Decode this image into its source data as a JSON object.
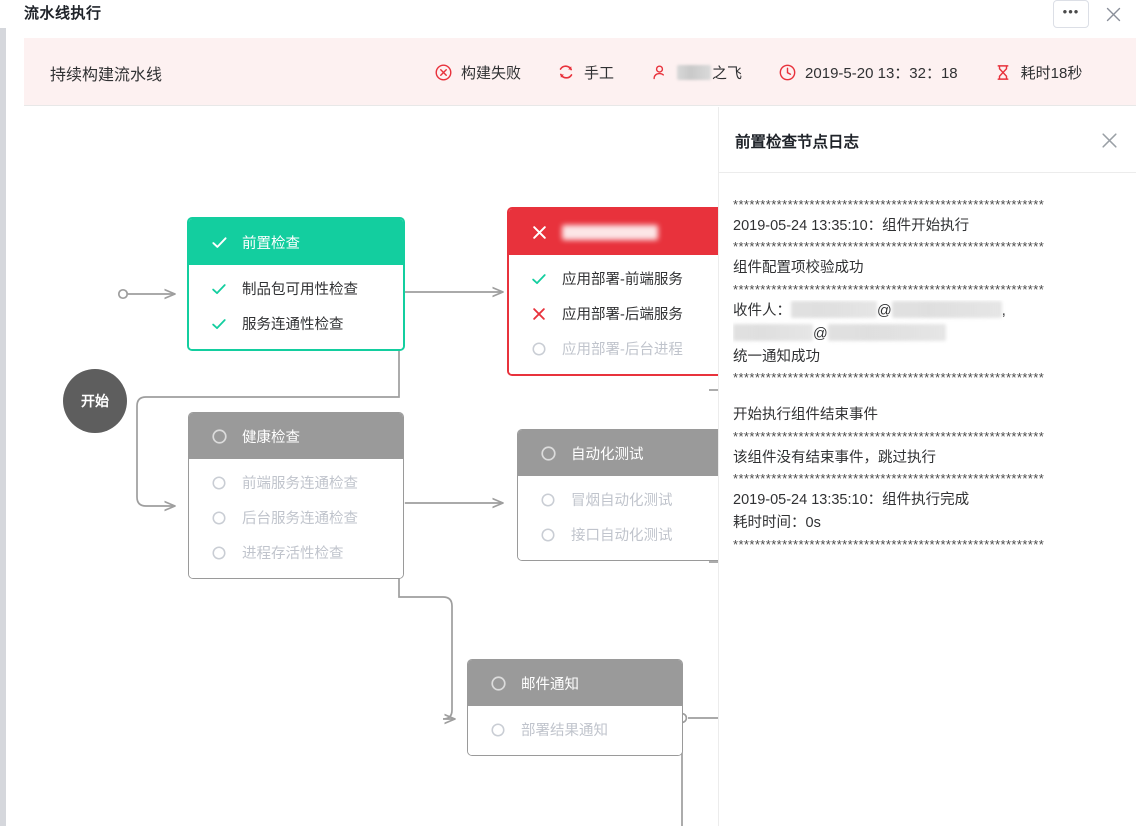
{
  "window": {
    "title": "流水线执行",
    "more_button": "•••",
    "close_icon": "close-icon"
  },
  "banner": {
    "pipeline_name": "持续构建流水线",
    "accent_color": "#e8323c",
    "background_color": "#fdf1f1",
    "meta": [
      {
        "icon": "circle-x-icon",
        "text": "构建失败"
      },
      {
        "icon": "refresh-icon",
        "text": "手工"
      },
      {
        "icon": "user-icon",
        "text": "之飞",
        "redacted": true
      },
      {
        "icon": "clock-icon",
        "text": "2019-5-20 13：32：18"
      },
      {
        "icon": "hourglass-icon",
        "text": "耗时18秒"
      }
    ]
  },
  "graph": {
    "start_node": {
      "label": "开始"
    },
    "stages": [
      {
        "id": "pre-check",
        "status": "success",
        "status_icon": "check-icon",
        "title": "前置检查",
        "title_redacted": false,
        "jobs": [
          {
            "icon": "check-icon",
            "status": "success",
            "label": "制品包可用性检查"
          },
          {
            "icon": "check-icon",
            "status": "success",
            "label": "服务连通性检查"
          }
        ]
      },
      {
        "id": "deploy",
        "status": "fail",
        "status_icon": "cross-icon",
        "title": "",
        "title_redacted": true,
        "jobs": [
          {
            "icon": "check-icon",
            "status": "success",
            "label": "应用部署-前端服务"
          },
          {
            "icon": "cross-icon",
            "status": "fail",
            "label": "应用部署-后端服务"
          },
          {
            "icon": "circle-icon",
            "status": "pending",
            "label": "应用部署-后台进程"
          }
        ]
      },
      {
        "id": "health-check",
        "status": "pending",
        "status_icon": "circle-icon",
        "title": "健康检查",
        "title_redacted": false,
        "jobs": [
          {
            "icon": "circle-icon",
            "status": "pending",
            "label": "前端服务连通检查"
          },
          {
            "icon": "circle-icon",
            "status": "pending",
            "label": "后台服务连通检查"
          },
          {
            "icon": "circle-icon",
            "status": "pending",
            "label": "进程存活性检查"
          }
        ]
      },
      {
        "id": "auto-test",
        "status": "pending",
        "status_icon": "circle-icon",
        "title": "自动化测试",
        "title_redacted": false,
        "jobs": [
          {
            "icon": "circle-icon",
            "status": "pending",
            "label": "冒烟自动化测试"
          },
          {
            "icon": "circle-icon",
            "status": "pending",
            "label": "接口自动化测试"
          }
        ]
      },
      {
        "id": "mail-notify",
        "status": "pending",
        "status_icon": "circle-icon",
        "title": "邮件通知",
        "title_redacted": false,
        "jobs": [
          {
            "icon": "circle-icon",
            "status": "pending",
            "label": "部署结果通知"
          }
        ]
      }
    ]
  },
  "log_panel": {
    "title": "前置检查节点日志",
    "close_icon": "close-icon",
    "lines": [
      {
        "type": "stars",
        "text": "*********************************************************"
      },
      {
        "type": "text",
        "text": "2019-05-24 13:35:10：组件开始执行"
      },
      {
        "type": "stars",
        "text": "*********************************************************"
      },
      {
        "type": "text",
        "text": "组件配置项校验成功"
      },
      {
        "type": "stars",
        "text": "*********************************************************"
      },
      {
        "type": "recipients",
        "text": "收件人：",
        "masked": true
      },
      {
        "type": "text",
        "text": "统一通知成功"
      },
      {
        "type": "stars",
        "text": "*********************************************************"
      },
      {
        "type": "blank",
        "text": ""
      },
      {
        "type": "text",
        "text": "开始执行组件结束事件"
      },
      {
        "type": "stars",
        "text": "*********************************************************"
      },
      {
        "type": "text",
        "text": "该组件没有结束事件，跳过执行"
      },
      {
        "type": "stars",
        "text": "*********************************************************"
      },
      {
        "type": "text",
        "text": "2019-05-24 13:35:10：组件执行完成"
      },
      {
        "type": "text",
        "text": "耗时时间：0s"
      },
      {
        "type": "stars",
        "text": "*********************************************************"
      }
    ]
  },
  "colors": {
    "success": "#13ce9f",
    "fail": "#e8323c",
    "pending": "#9a9a9a",
    "edge": "#9e9e9e",
    "text": "#303133",
    "muted": "#c0c4cc"
  }
}
